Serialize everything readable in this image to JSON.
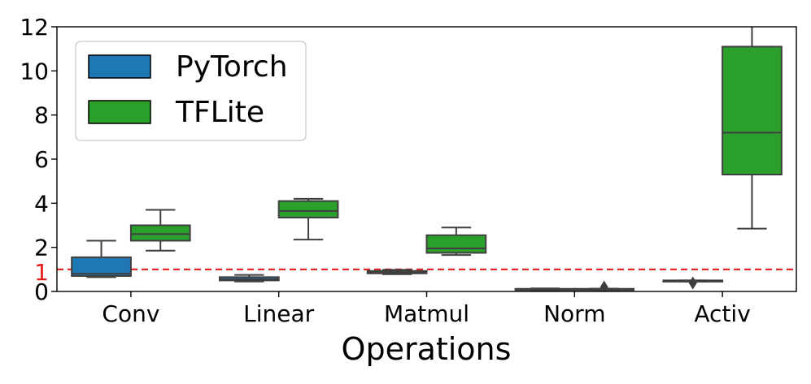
{
  "chart_data": {
    "type": "box",
    "xlabel": "Operations",
    "ylabel": "",
    "ylim": [
      0,
      12
    ],
    "yticks": [
      0,
      2,
      4,
      6,
      8,
      10,
      12
    ],
    "categories": [
      "Conv",
      "Linear",
      "Matmul",
      "Norm",
      "Activ"
    ],
    "reference_line": {
      "value": 1,
      "label": "1",
      "color": "#e41a1c",
      "style": "dashed"
    },
    "legend": {
      "position": "upper-left"
    },
    "series": [
      {
        "name": "PyTorch",
        "color": "#1f77b4",
        "boxes": [
          {
            "category": "Conv",
            "whisker_low": 0.65,
            "q1": 0.7,
            "median": 0.8,
            "q3": 1.55,
            "whisker_high": 2.3,
            "outliers": []
          },
          {
            "category": "Linear",
            "whisker_low": 0.45,
            "q1": 0.5,
            "median": 0.55,
            "q3": 0.65,
            "whisker_high": 0.75,
            "outliers": []
          },
          {
            "category": "Matmul",
            "whisker_low": 0.78,
            "q1": 0.82,
            "median": 0.88,
            "q3": 0.93,
            "whisker_high": 0.98,
            "outliers": []
          },
          {
            "category": "Norm",
            "whisker_low": 0.06,
            "q1": 0.08,
            "median": 0.1,
            "q3": 0.12,
            "whisker_high": 0.14,
            "outliers": []
          },
          {
            "category": "Activ",
            "whisker_low": 0.45,
            "q1": 0.46,
            "median": 0.48,
            "q3": 0.5,
            "whisker_high": 0.5,
            "outliers": [
              0.38
            ]
          }
        ]
      },
      {
        "name": "TFLite",
        "color": "#2ca02c",
        "boxes": [
          {
            "category": "Conv",
            "whisker_low": 1.85,
            "q1": 2.3,
            "median": 2.6,
            "q3": 3.0,
            "whisker_high": 3.7,
            "outliers": []
          },
          {
            "category": "Linear",
            "whisker_low": 2.35,
            "q1": 3.35,
            "median": 3.65,
            "q3": 4.1,
            "whisker_high": 4.2,
            "outliers": []
          },
          {
            "category": "Matmul",
            "whisker_low": 1.65,
            "q1": 1.75,
            "median": 1.95,
            "q3": 2.55,
            "whisker_high": 2.9,
            "outliers": []
          },
          {
            "category": "Norm",
            "whisker_low": 0.07,
            "q1": 0.09,
            "median": 0.11,
            "q3": 0.12,
            "whisker_high": 0.13,
            "outliers": [
              0.2
            ]
          },
          {
            "category": "Activ",
            "whisker_low": 2.85,
            "q1": 5.3,
            "median": 7.2,
            "q3": 11.1,
            "whisker_high": 12.5,
            "outliers": []
          }
        ]
      }
    ]
  }
}
